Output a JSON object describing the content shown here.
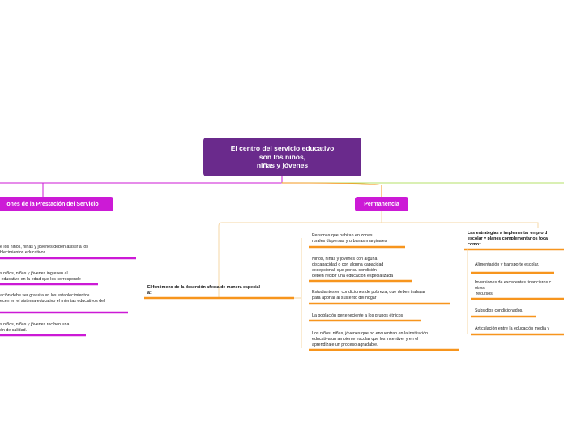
{
  "colors": {
    "central_bg": "#6a2a8c",
    "topic_bg": "#cc1ad6",
    "branch_magenta": "#cc1ad6",
    "branch_orange": "#f7951d",
    "branch_green": "#b6e06a",
    "connector_light": "#f5d7a6"
  },
  "central": {
    "label": "El centro del servicio educativo\nson los niños,\nniñas y jóvenes"
  },
  "topics": {
    "left": {
      "label": "ones de la Prestación del Servicio"
    },
    "right": {
      "label": "Permanencia"
    }
  },
  "left_items": [
    "e los niños, niñas y jóvenes deben asistir a los\nblecimientos educativos",
    "s niños, niñas y jóvenes ingresen al\n educativo en la edad que les corresponde",
    "ación debe ser gratuita en los establecimientos\necen en el sistema educativo el mientas educativos del",
    "s niños, niñas y jóvenes reciben una\nón de calidad."
  ],
  "desercion": {
    "label": "El fenómeno de la deserción afecta de manera especial\na:"
  },
  "groups": [
    "Personas que habitan en zonas\nrurales dispersas y urbanas marginales",
    "Niños, niñas y jóvenes con alguna\ndiscapacidad o con alguna capacidad\nexcepcional, que por su condición\ndeben recibir una educación especializada",
    "Estudiantes en condiciones de pobreza, que deben trabajar\npara aportar al sustento del hogar",
    "La población perteneciente a los grupos étnicos",
    "Los niños, niñas, jóvenes que no encuentran en la institución\neducativa un ambiente escolar que los incentive, y en el\naprendizaje un proceso agradable."
  ],
  "estrategias": {
    "title": "Las estrategias a implementar en pro d\nescolar y planes complementarios foca\ncomo:",
    "items": [
      "Alimentación y transporte escolar.",
      "Inversiones de excedentes financieros c\notros\n recursos.",
      "Subsidios condicionados.",
      "Articulación entre la educación media y"
    ]
  }
}
